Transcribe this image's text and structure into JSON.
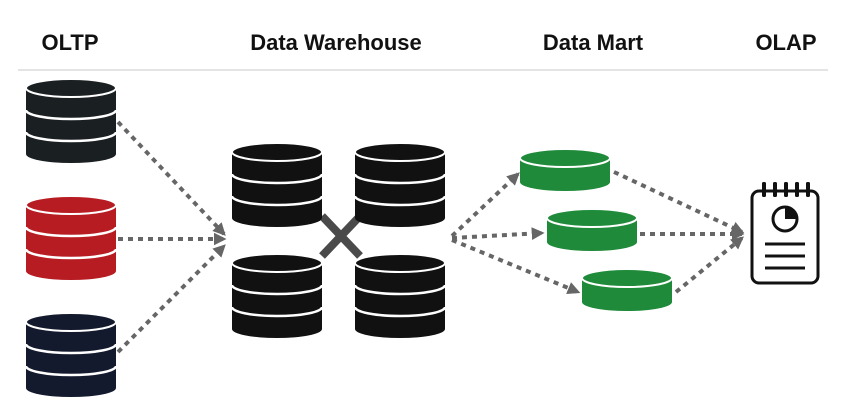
{
  "headings": {
    "oltp": "OLTP",
    "data_warehouse": "Data Warehouse",
    "data_mart": "Data Mart",
    "olap": "OLAP"
  },
  "colors": {
    "oltp_dbs": [
      "#1a1f22",
      "#b71c22",
      "#141a2e"
    ],
    "warehouse_db": "#111111",
    "mart_db": "#1f8a3a",
    "arrow": "#666666",
    "divider": "#c8c8c8",
    "cross": "#4a4a4a"
  },
  "icons": {
    "oltp": [
      "database-icon",
      "database-icon",
      "database-icon"
    ],
    "warehouse": [
      "database-icon",
      "database-icon",
      "database-icon",
      "database-icon"
    ],
    "mart": [
      "database-icon",
      "database-icon",
      "database-icon"
    ],
    "olap": "report-icon"
  }
}
